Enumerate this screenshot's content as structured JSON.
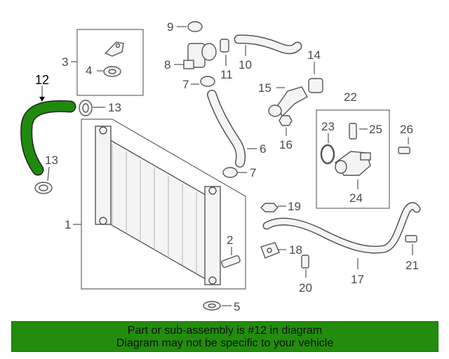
{
  "callouts": {
    "c1": "1",
    "c2": "2",
    "c3": "3",
    "c4": "4",
    "c5": "5",
    "c6": "6",
    "c7a": "7",
    "c7b": "7",
    "c8": "8",
    "c9": "9",
    "c10": "10",
    "c11": "11",
    "c12": "12",
    "c13a": "13",
    "c13b": "13",
    "c14": "14",
    "c15": "15",
    "c16": "16",
    "c17": "17",
    "c18": "18",
    "c19": "19",
    "c20": "20",
    "c21": "21",
    "c22": "22",
    "c23": "23",
    "c24": "24",
    "c25": "25",
    "c26": "26"
  },
  "colors": {
    "highlight": "#1f8a0b",
    "banner_bg": "#228c0d",
    "line": "#555555"
  },
  "banner": {
    "line1": "Part or sub-assembly is #12 in diagram",
    "line2": "Diagram may not be specific to your vehicle"
  }
}
